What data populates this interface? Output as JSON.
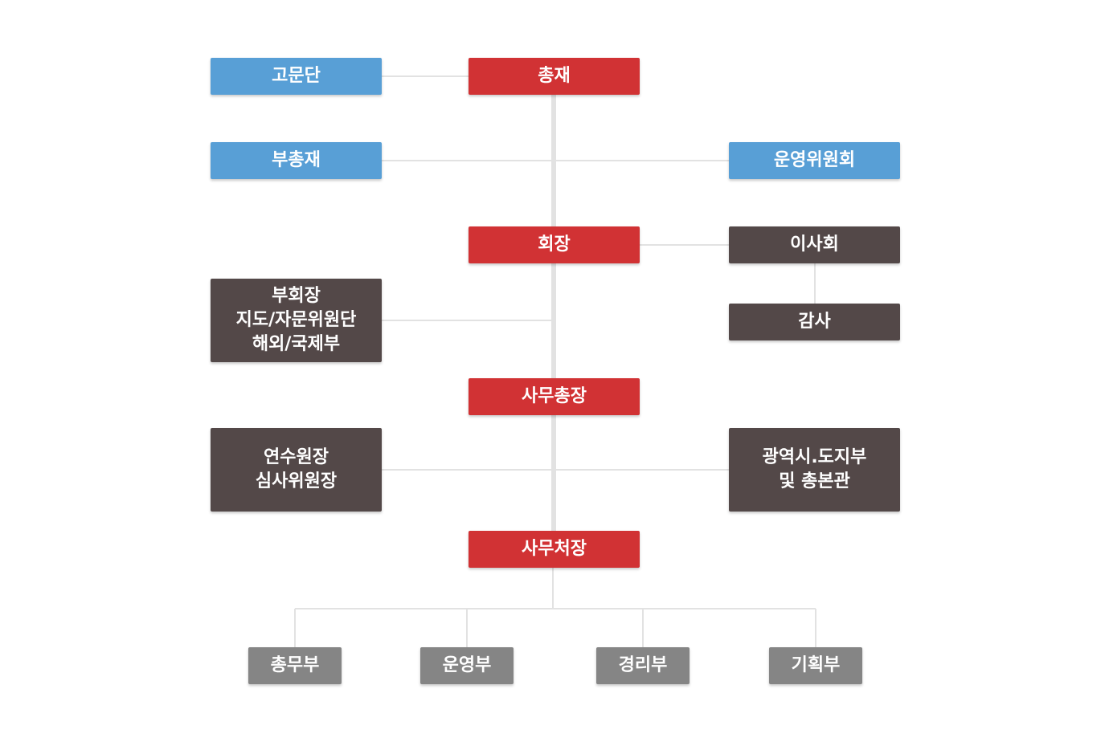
{
  "colors": {
    "executive": "#d13234",
    "advisory": "#589fd6",
    "committee": "#534848",
    "department": "#858585",
    "connector": "#e2e2e2"
  },
  "nodes": {
    "chairman": "총재",
    "advisors": "고문단",
    "vice_chairman": "부총재",
    "steering_committee": "운영위원회",
    "president": "회장",
    "board": "이사회",
    "audit": "감사",
    "vice_president_group": [
      "부회장",
      "지도/자문위원단",
      "해외/국제부"
    ],
    "secretary_general": "사무총장",
    "training_review_group": [
      "연수원장",
      "심사위원장"
    ],
    "regional_group": [
      "광역시.도지부",
      "및 총본관"
    ],
    "office_director": "사무처장",
    "departments": [
      "총무부",
      "운영부",
      "경리부",
      "기획부"
    ]
  }
}
